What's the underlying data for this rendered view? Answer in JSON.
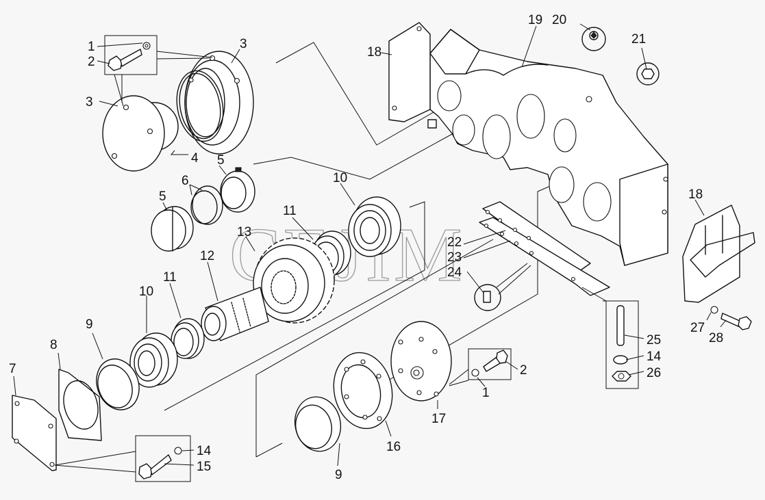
{
  "watermark": "CEJIM",
  "callouts": {
    "c1a": "1",
    "c2a": "2",
    "c3a": "3",
    "c3b": "3",
    "c4": "4",
    "c5a": "5",
    "c5b": "5",
    "c6": "6",
    "c7": "7",
    "c8": "8",
    "c9a": "9",
    "c9b": "9",
    "c10a": "10",
    "c10b": "10",
    "c11a": "11",
    "c11b": "11",
    "c12": "12",
    "c13": "13",
    "c14a": "14",
    "c14b": "14",
    "c15": "15",
    "c16": "16",
    "c17": "17",
    "c2b": "2",
    "c1b": "1",
    "c18a": "18",
    "c18b": "18",
    "c19": "19",
    "c20": "20",
    "c21": "21",
    "c22": "22",
    "c23": "23",
    "c24": "24",
    "c25": "25",
    "c26": "26",
    "c27": "27",
    "c28": "28"
  }
}
